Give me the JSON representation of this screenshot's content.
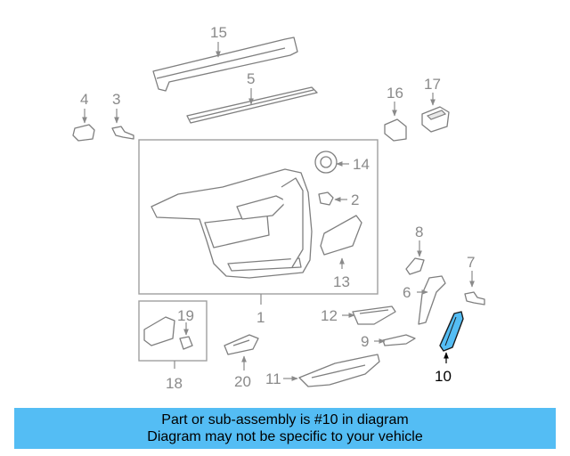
{
  "diagram": {
    "highlighted_part": "10",
    "highlight_color": "#54bdf4",
    "callouts": {
      "c1": "1",
      "c2": "2",
      "c3": "3",
      "c4": "4",
      "c5": "5",
      "c6": "6",
      "c7": "7",
      "c8": "8",
      "c9": "9",
      "c10": "10",
      "c11": "11",
      "c12": "12",
      "c13": "13",
      "c14": "14",
      "c15": "15",
      "c16": "16",
      "c17": "17",
      "c18": "18",
      "c19": "19",
      "c20": "20"
    }
  },
  "banner": {
    "line1": "Part or sub-assembly is #10 in diagram",
    "line2": "Diagram may not be specific to your vehicle",
    "background": "#54bdf4"
  }
}
